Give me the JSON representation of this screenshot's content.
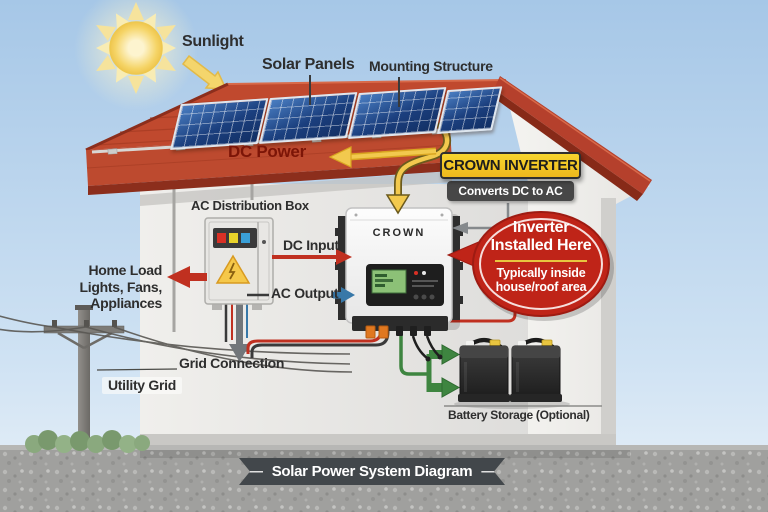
{
  "scene": {
    "ribbon_title": "Solar Power System Diagram",
    "ribbon_dash": "—"
  },
  "sun": {
    "label": "Sunlight"
  },
  "solar": {
    "panels_label": "Solar Panels",
    "mounting_label": "Mounting Structure"
  },
  "flow": {
    "dc_power": "DC Power",
    "dc_input": "DC Input",
    "ac_output": "AC Output",
    "grid_connection": "Grid Connection"
  },
  "inverter": {
    "brand": "CROWN",
    "banner_title": "CROWN INVERTER",
    "banner_subtitle": "Converts DC to AC",
    "badge": {
      "line1": "Inverter",
      "line2": "Installed Here",
      "note1": "Typically inside",
      "note2": "house/roof area"
    }
  },
  "distribution_box": {
    "label": "AC Distribution Box"
  },
  "home_load": {
    "line1": "Home Load",
    "line2": "Lights, Fans,",
    "line3": "Appliances"
  },
  "utility": {
    "label": "Utility Grid"
  },
  "battery": {
    "label": "Battery Storage (Optional)"
  },
  "colors": {
    "roof_red": "#b5402c",
    "panel_blue": "#1b3f7e",
    "cable_yellow": "#f2c94e",
    "banner_yellow": "#f2c51d",
    "badge_red": "#bf2418",
    "wire_red": "#c03020",
    "wire_green": "#3e8540",
    "arrow_blue": "#3878a8"
  }
}
